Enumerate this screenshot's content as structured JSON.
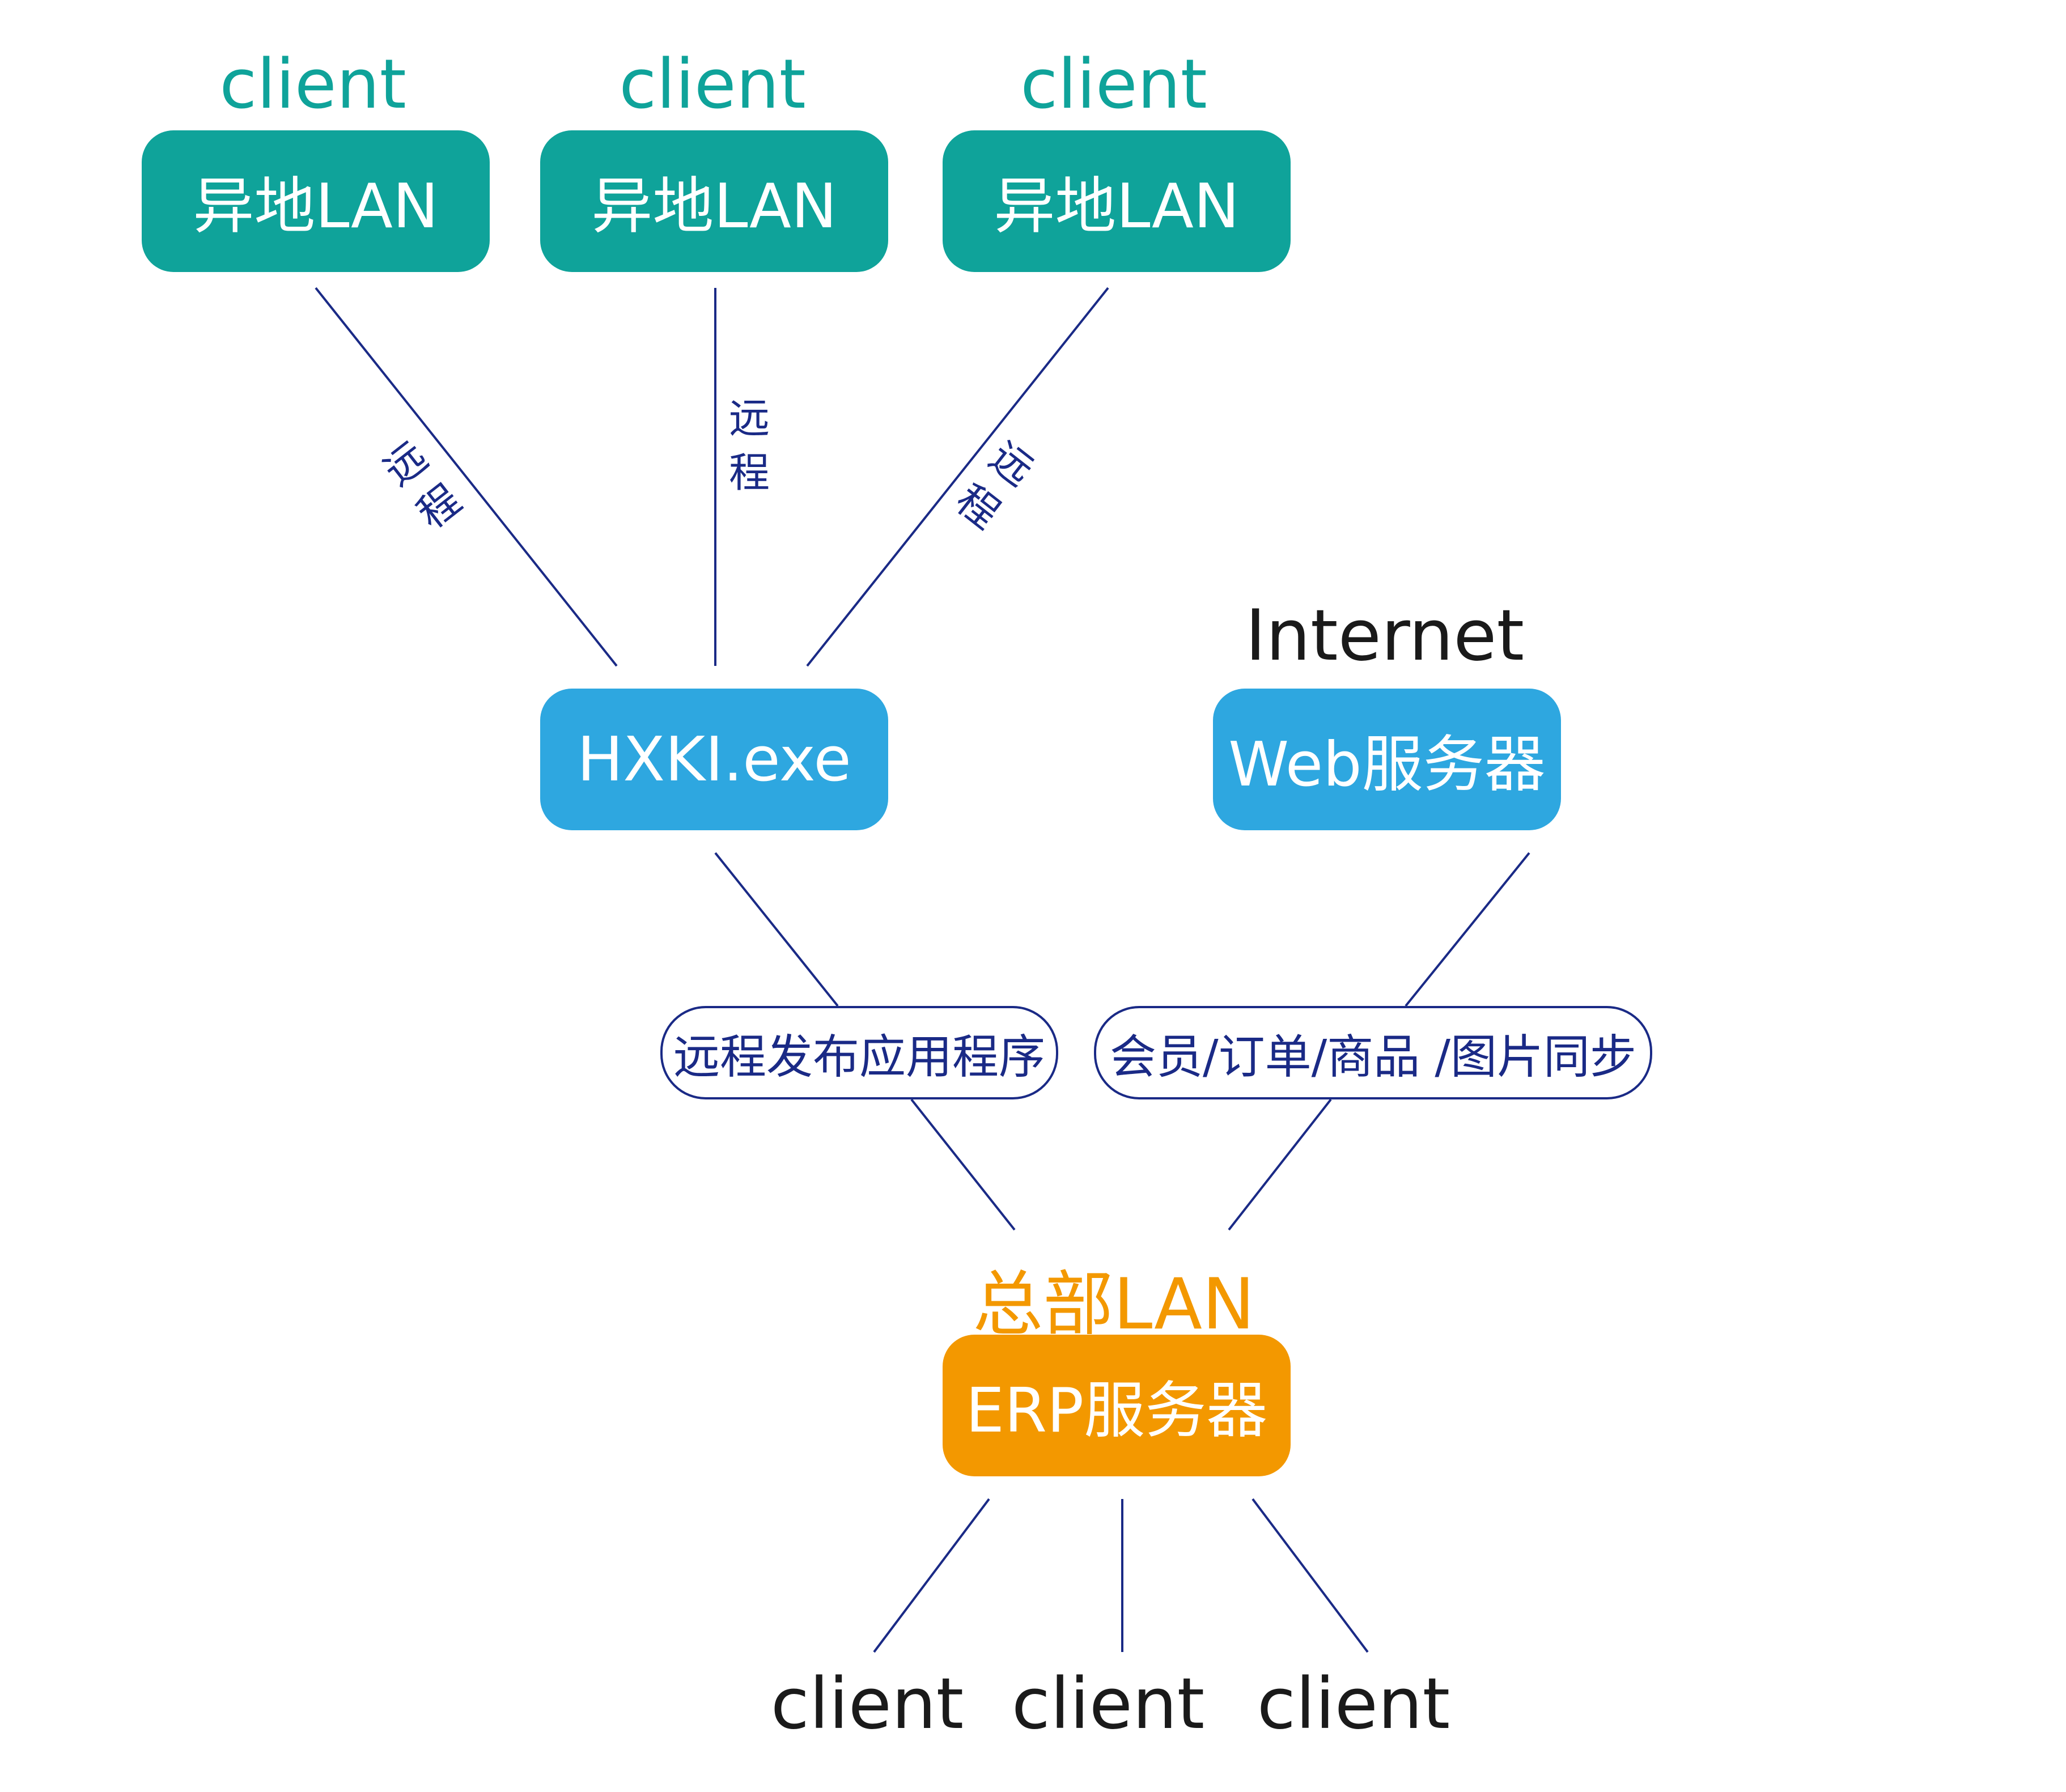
{
  "remote_branches": [
    {
      "caption": "client",
      "box": "异地LAN"
    },
    {
      "caption": "client",
      "box": "异地LAN"
    },
    {
      "caption": "client",
      "box": "异地LAN"
    }
  ],
  "edge_labels": [
    "远程",
    "远程",
    "远程"
  ],
  "app_server": {
    "box": "HXKI.exe"
  },
  "web_server": {
    "caption": "Internet",
    "box": "Web服务器"
  },
  "links": {
    "remote_publish": "远程发布应用程序",
    "sync": "会员/订单/商品 /图片同步"
  },
  "hq": {
    "caption": "总部LAN",
    "box": "ERP服务器"
  },
  "local_clients": [
    "client",
    "client",
    "client"
  ],
  "colors": {
    "teal": "#0fa39a",
    "blue": "#2ea7e0",
    "orange": "#f39800",
    "line": "#1a2a86"
  }
}
